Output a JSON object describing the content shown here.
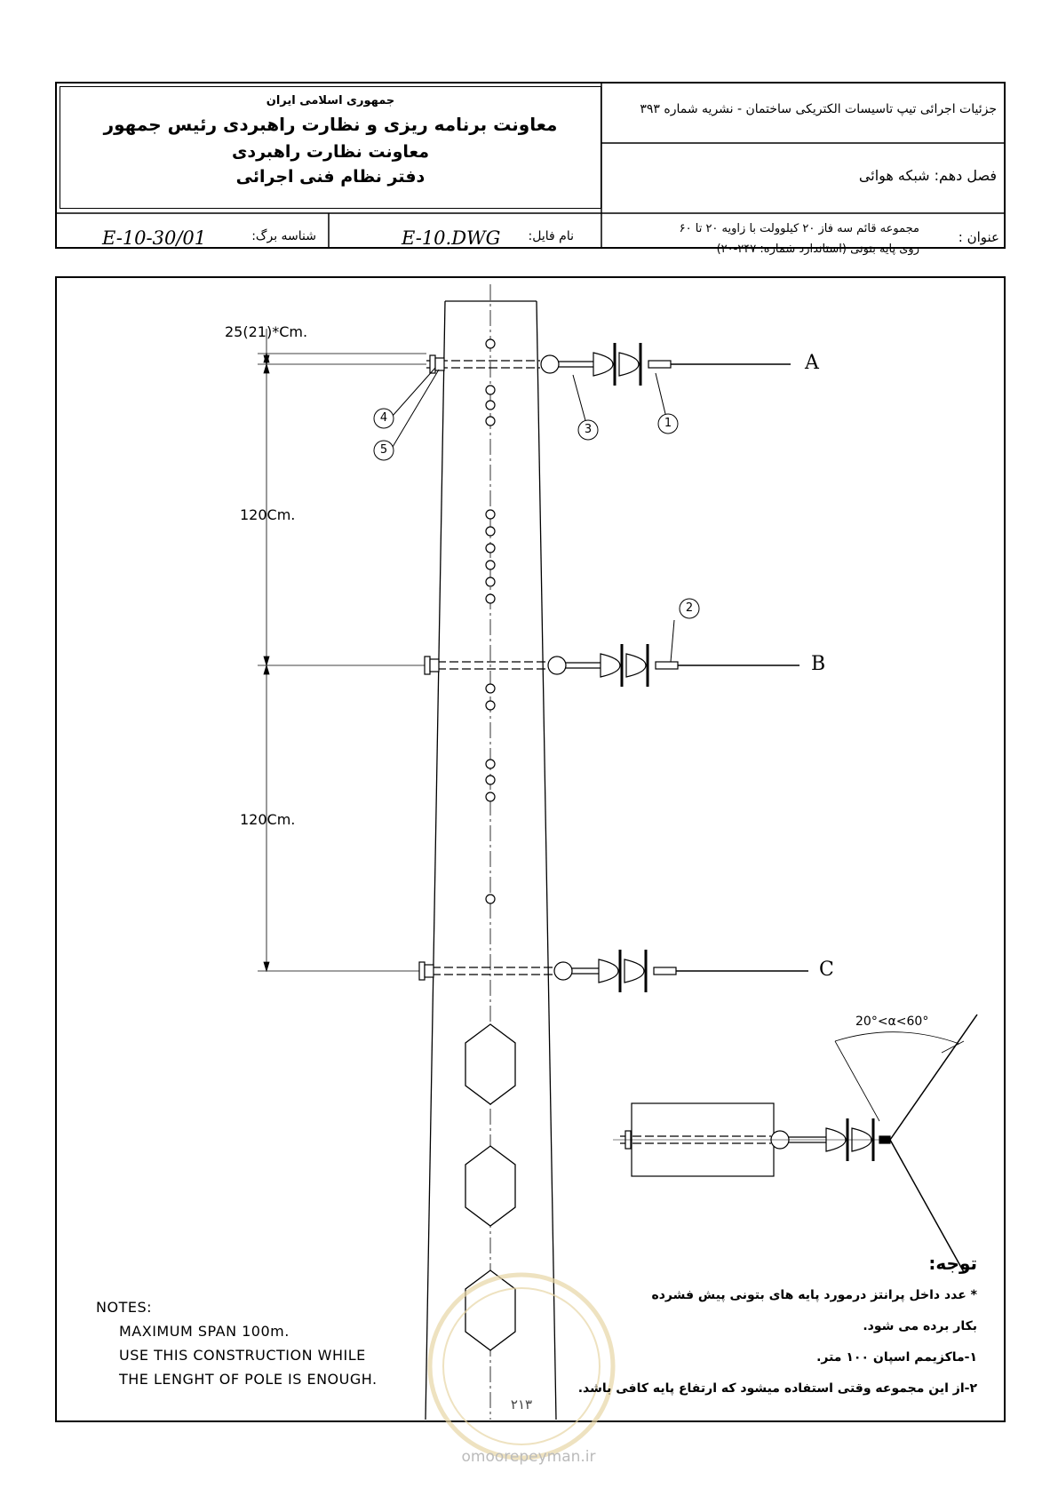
{
  "header": {
    "org_line1": "جمهوری اسلامی ایران",
    "org_line2": "معاونت برنامه ریزی و نظارت راهبردی رئیس جمهور",
    "org_line3": "معاونت نظارت راهبردی",
    "org_line4": "دفتر نظام فنی اجرائی",
    "series_title": "جزئیات اجرائی تیپ تاسیسات الکتریکی ساختمان - نشریه شماره ۳۹۳",
    "chapter": "فصل دهم: شبکه هوائی",
    "sheet_id_label": "شناسه برگ:",
    "sheet_id": "E-10-30/01",
    "file_label": "نام فایل:",
    "file_name": "E-10.DWG",
    "subject_label": "عنوان :",
    "subject_line1": "مجموعه قائم سه فاز ۲۰ کیلوولت با زاویه ۲۰ تا ۶۰",
    "subject_line2": "روی پایه بتونی (استاندارد شماره: ۲۴۷-۲۰)"
  },
  "drawing": {
    "dim_top": "25(21)*Cm.",
    "dim_mid1": "120Cm.",
    "dim_mid2": "120Cm.",
    "phase_a": "A",
    "phase_b": "B",
    "phase_c": "C",
    "callouts": [
      "1",
      "2",
      "3",
      "4",
      "5"
    ],
    "angle_label": "20°<α<60°"
  },
  "notes_en": {
    "title": "NOTES:",
    "line1": "MAXIMUM SPAN 100m.",
    "line2": "USE THIS CONSTRUCTION WHILE",
    "line3": "THE LENGHT OF POLE IS ENOUGH."
  },
  "notes_fa": {
    "title": "توجه:",
    "line1": "* عدد داخل پرانتز درمورد پایه های بتونی پیش فشرده",
    "line2": "بکار برده می شود.",
    "line3": "۱-ماکزیمم اسپان ۱۰۰ متر.",
    "line4": "۲-از این مجموعه وقتی استفاده میشود که ارتفاع پایه کافی باشد."
  },
  "page_number": "۲۱۳",
  "watermark": "omoorepeyman.ir"
}
